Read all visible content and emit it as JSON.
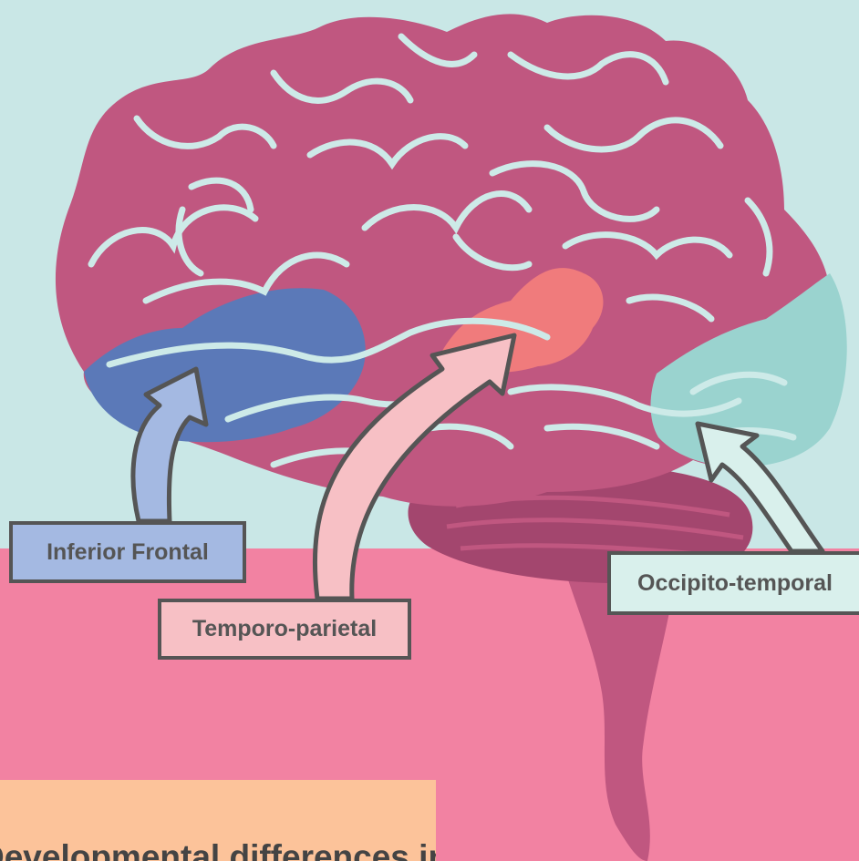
{
  "regions": {
    "inferior_frontal": {
      "label": "Inferior Frontal",
      "color": "#5b79b8"
    },
    "temporo_parietal": {
      "label": "Temporo-parietal",
      "color": "#f07b7c"
    },
    "occipito_temporal": {
      "label": "Occipito-temporal",
      "color": "#9ad3cf"
    }
  },
  "caption": "Developmental differences in brain",
  "colors": {
    "sky": "#c9e7e6",
    "ground": "#f282a2",
    "brain": "#c05780",
    "brain_dark": "#a3466e",
    "sulci": "#cdeae8"
  }
}
